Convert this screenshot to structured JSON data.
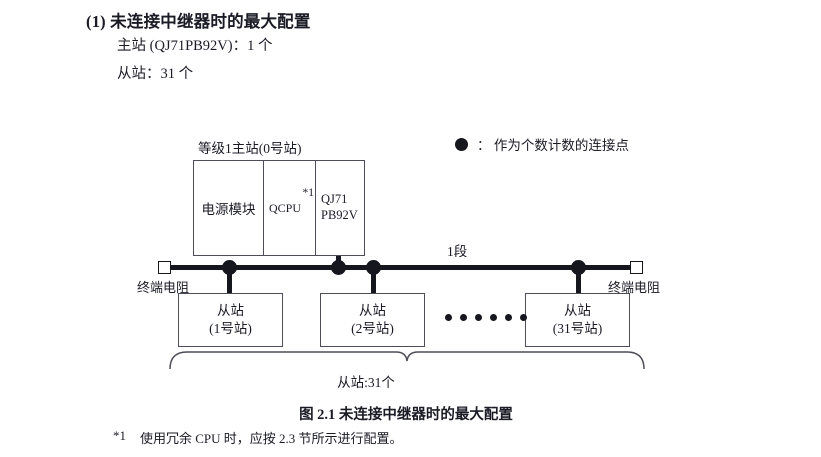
{
  "heading": {
    "title": "(1) 未连接中继器时的最大配置",
    "master_line": "主站 (QJ71PB92V)：1 个",
    "slave_line": "从站：31 个"
  },
  "legend": {
    "symbol": "filled-circle",
    "text": "： 作为个数计数的连接点"
  },
  "diagram": {
    "master": {
      "label": "等级1主站(0号站)",
      "cells": {
        "power": "电源模块",
        "cpu": "QCPU",
        "cpu_footnote_mark": "*1",
        "network_line1": "QJ71",
        "network_line2": "PB92V"
      }
    },
    "bus": {
      "segment_label": "1段",
      "terminator_left": "终端电阻",
      "terminator_right": "终端电阻"
    },
    "slaves": [
      {
        "title": "从站",
        "station": "(1号站)"
      },
      {
        "title": "从站",
        "station": "(2号站)"
      },
      {
        "title": "从站",
        "station": "(31号站)"
      }
    ],
    "ellipsis_dot_count": 6,
    "brace_caption": "从站:31个"
  },
  "figure_caption": "图 2.1  未连接中继器时的最大配置",
  "footnote": {
    "mark": "*1",
    "text": "使用冗余 CPU 时，应按 2.3 节所示进行配置。"
  },
  "colors": {
    "ink": "#1b1b26",
    "line": "#16161e",
    "box_border": "#4d4d57",
    "background": "#ffffff"
  }
}
